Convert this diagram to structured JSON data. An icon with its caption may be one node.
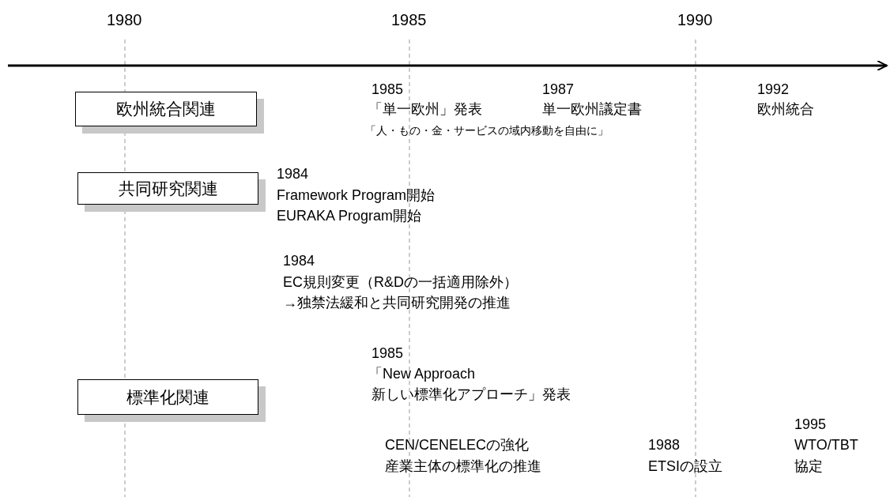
{
  "diagram": {
    "nodes": [
      {
        "text": [
          "欧州統合関連"
        ]
      },
      {
        "text": [
          "共同研究関連"
        ]
      },
      {
        "text": [
          "標準化関連"
        ]
      }
    ],
    "edges": [],
    "labels": [
      "1980",
      "1985",
      "1990",
      "1985",
      "「単一欧州」発表",
      "1987",
      "単一欧州議定書",
      "1992",
      "欧州統合",
      "「人・もの・金・サービスの域内移動を自由に」",
      "1984",
      "Framework Program開始",
      "EURAKA Program開始",
      "1984",
      "EC規則変更（R&Dの一括適用除外）",
      "→独禁法緩和と共同研究開発の推進",
      "1985",
      "「New Approach",
      "新しい標準化アプローチ」発表",
      "1995",
      "CEN/CENELECの強化",
      "1988",
      "WTO/TBT",
      "産業主体の標準化の推進",
      "ETSIの設立",
      "協定"
    ]
  }
}
